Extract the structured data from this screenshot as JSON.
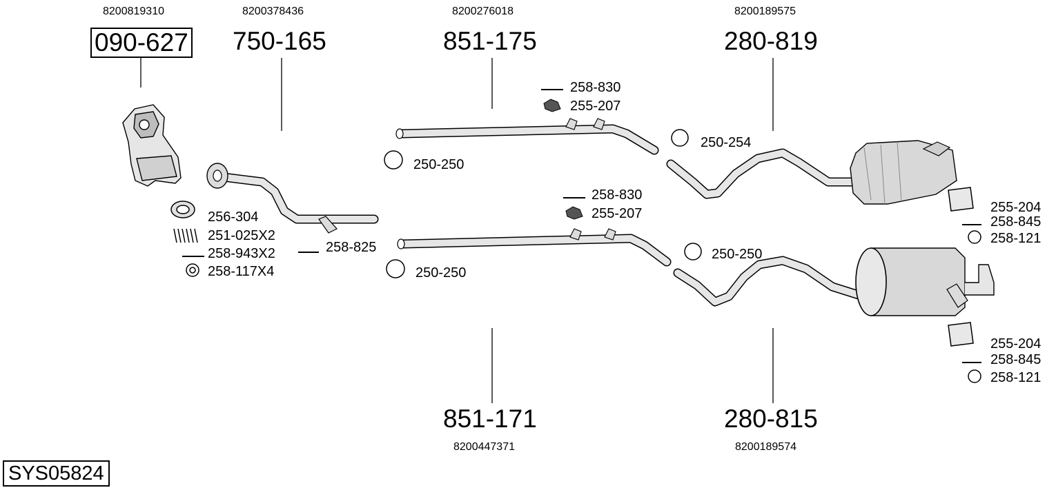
{
  "system_code": "SYS05824",
  "parts": [
    {
      "number": "090-627",
      "oe": "8200819310"
    },
    {
      "number": "750-165",
      "oe": "8200378436"
    },
    {
      "number": "851-175",
      "oe": "8200276018"
    },
    {
      "number": "280-819",
      "oe": "8200189575"
    },
    {
      "number": "851-171",
      "oe": "8200447371"
    },
    {
      "number": "280-815",
      "oe": "8200189574"
    }
  ],
  "accessories": [
    "258-830",
    "255-207",
    "250-250",
    "250-254",
    "256-304",
    "251-025X2",
    "258-943X2",
    "258-117X4",
    "258-825",
    "258-830",
    "255-207",
    "250-250",
    "250-250",
    "255-204",
    "258-845",
    "258-121",
    "255-204",
    "258-845",
    "258-121"
  ]
}
